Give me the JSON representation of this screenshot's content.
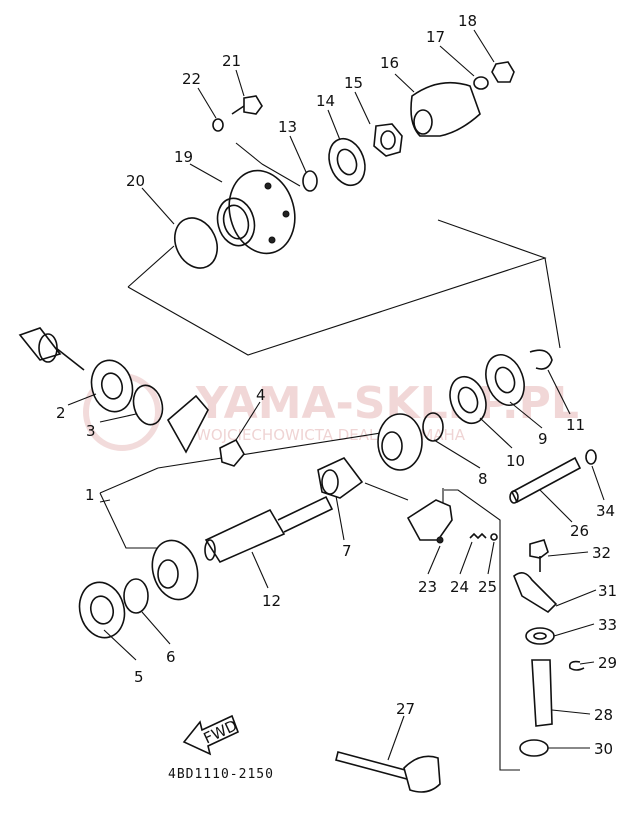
{
  "watermark": {
    "brand": "YAMA-SKLEP.PL",
    "subtitle": "WOJCIECHOWICTA    DEALER YAMAHA"
  },
  "fwd_label": "FWD",
  "diagram_code": "4BD1110-2150",
  "parts": [
    {
      "id": "p1",
      "num": "1"
    },
    {
      "id": "p2",
      "num": "2"
    },
    {
      "id": "p3",
      "num": "3"
    },
    {
      "id": "p4",
      "num": "4"
    },
    {
      "id": "p5",
      "num": "5"
    },
    {
      "id": "p6",
      "num": "6"
    },
    {
      "id": "p7",
      "num": "7"
    },
    {
      "id": "p8",
      "num": "8"
    },
    {
      "id": "p9",
      "num": "9"
    },
    {
      "id": "p10",
      "num": "10"
    },
    {
      "id": "p11",
      "num": "11"
    },
    {
      "id": "p12",
      "num": "12"
    },
    {
      "id": "p13",
      "num": "13"
    },
    {
      "id": "p14",
      "num": "14"
    },
    {
      "id": "p15",
      "num": "15"
    },
    {
      "id": "p16",
      "num": "16"
    },
    {
      "id": "p17",
      "num": "17"
    },
    {
      "id": "p18",
      "num": "18"
    },
    {
      "id": "p19",
      "num": "19"
    },
    {
      "id": "p20",
      "num": "20"
    },
    {
      "id": "p21",
      "num": "21"
    },
    {
      "id": "p22",
      "num": "22"
    },
    {
      "id": "p23",
      "num": "23"
    },
    {
      "id": "p24",
      "num": "24"
    },
    {
      "id": "p25",
      "num": "25"
    },
    {
      "id": "p26",
      "num": "26"
    },
    {
      "id": "p27",
      "num": "27"
    },
    {
      "id": "p28",
      "num": "28"
    },
    {
      "id": "p29",
      "num": "29"
    },
    {
      "id": "p30",
      "num": "30"
    },
    {
      "id": "p31",
      "num": "31"
    },
    {
      "id": "p32",
      "num": "32"
    },
    {
      "id": "p33",
      "num": "33"
    },
    {
      "id": "p34",
      "num": "34"
    }
  ]
}
